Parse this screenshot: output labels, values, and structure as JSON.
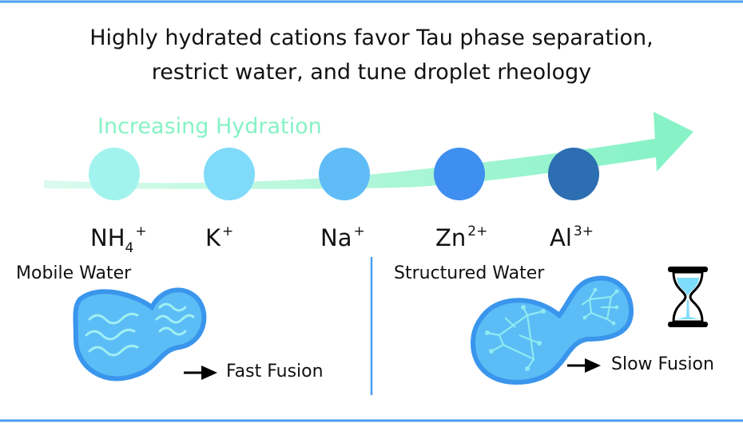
{
  "title": {
    "line1": "Highly hydrated cations favor Tau phase separation,",
    "line2": "restrict water, and tune droplet rheology"
  },
  "hydration_label": "Increasing Hydration",
  "ions": [
    {
      "base": "NH",
      "sub": "4",
      "charge": "+",
      "color": "#a2f3ee"
    },
    {
      "base": "K",
      "charge": "+",
      "color": "#80dbfa"
    },
    {
      "base": "Na",
      "charge": "+",
      "color": "#5fbcf6"
    },
    {
      "base": "Zn",
      "charge": "2+",
      "color": "#3f8ff0"
    },
    {
      "base": "Al",
      "charge": "3+",
      "color": "#2c6eb1"
    }
  ],
  "left_panel": {
    "heading": "Mobile Water",
    "outcome": "Fast Fusion"
  },
  "right_panel": {
    "heading": "Structured Water",
    "outcome": "Slow Fusion"
  },
  "colors": {
    "accent_line": "#4a9ff0",
    "arrow": "#86f2c6",
    "droplet_fill": "#5cbcf5",
    "droplet_border": "#3a95ec",
    "inner": "#8eeaf0"
  }
}
